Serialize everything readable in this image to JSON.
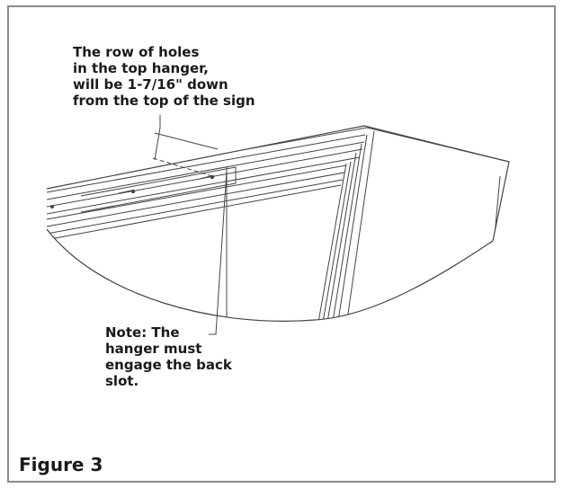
{
  "callouts": {
    "holes": {
      "lines": [
        "The row of holes",
        "in the top hanger,",
        "will be 1-7/16\" down",
        "from the top of the sign"
      ]
    },
    "note": {
      "lines": [
        "Note: The",
        "hanger must",
        "engage the back",
        "slot."
      ]
    }
  },
  "caption": "Figure 3",
  "colors": {
    "frame": "#8a8a8a",
    "ink": "#1a1a1a",
    "line": "#444444"
  }
}
